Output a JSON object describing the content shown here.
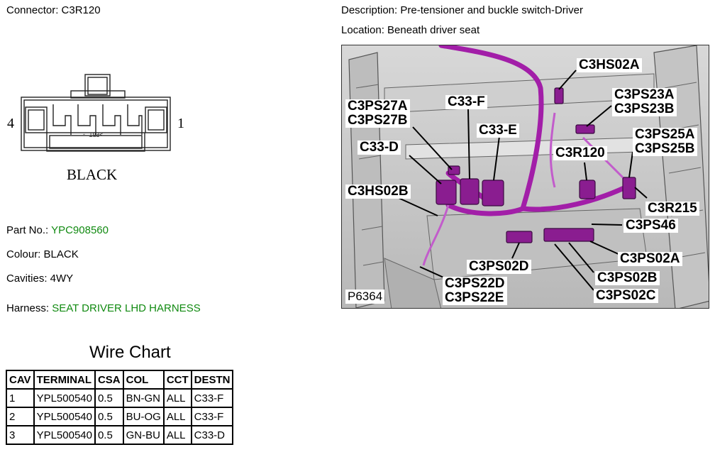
{
  "header": {
    "connector": "Connector: C3R120",
    "description": "Description: Pre-tensioner and buckle switch-Driver",
    "location": "Location: Beneath driver seat"
  },
  "connector_view": {
    "colour_caption": "BLACK",
    "pin_left": "4",
    "pin_right": "1"
  },
  "details": {
    "part_no_label": "Part No.:",
    "part_no_value": "YPC908560",
    "colour": "Colour: BLACK",
    "cavities": "Cavities: 4WY",
    "harness_label": "Harness:",
    "harness_value": "SEAT DRIVER LHD HARNESS",
    "link_color": "#118a11"
  },
  "wire_chart": {
    "title": "Wire Chart",
    "headers": [
      "CAV",
      "TERMINAL",
      "CSA",
      "COL",
      "CCT",
      "DESTN"
    ],
    "rows": [
      [
        "1",
        "YPL500540",
        "0.5",
        "BN-GN",
        "ALL",
        "C33-F"
      ],
      [
        "2",
        "YPL500540",
        "0.5",
        "BU-OG",
        "ALL",
        "C33-F"
      ],
      [
        "3",
        "YPL500540",
        "0.5",
        "GN-BU",
        "ALL",
        "C33-D"
      ]
    ]
  },
  "photo": {
    "reference": "P6364",
    "highlight_color": "#a21ea8",
    "callouts": {
      "c3hs02a": "C3HS02A",
      "c3ps23": "C3PS23A\nC3PS23B",
      "c3ps27": "C3PS27A\nC3PS27B",
      "c33f": "C33-F",
      "c33e": "C33-E",
      "c3ps25": "C3PS25A\nC3PS25B",
      "c33d": "C33-D",
      "c3r120": "C3R120",
      "c3hs02b": "C3HS02B",
      "c3r215": "C3R215",
      "c3ps46": "C3PS46",
      "c3ps02a": "C3PS02A",
      "c3ps02d": "C3PS02D",
      "c3ps02b": "C3PS02B",
      "c3ps22": "C3PS22D\nC3PS22E",
      "c3ps02c": "C3PS02C"
    }
  }
}
